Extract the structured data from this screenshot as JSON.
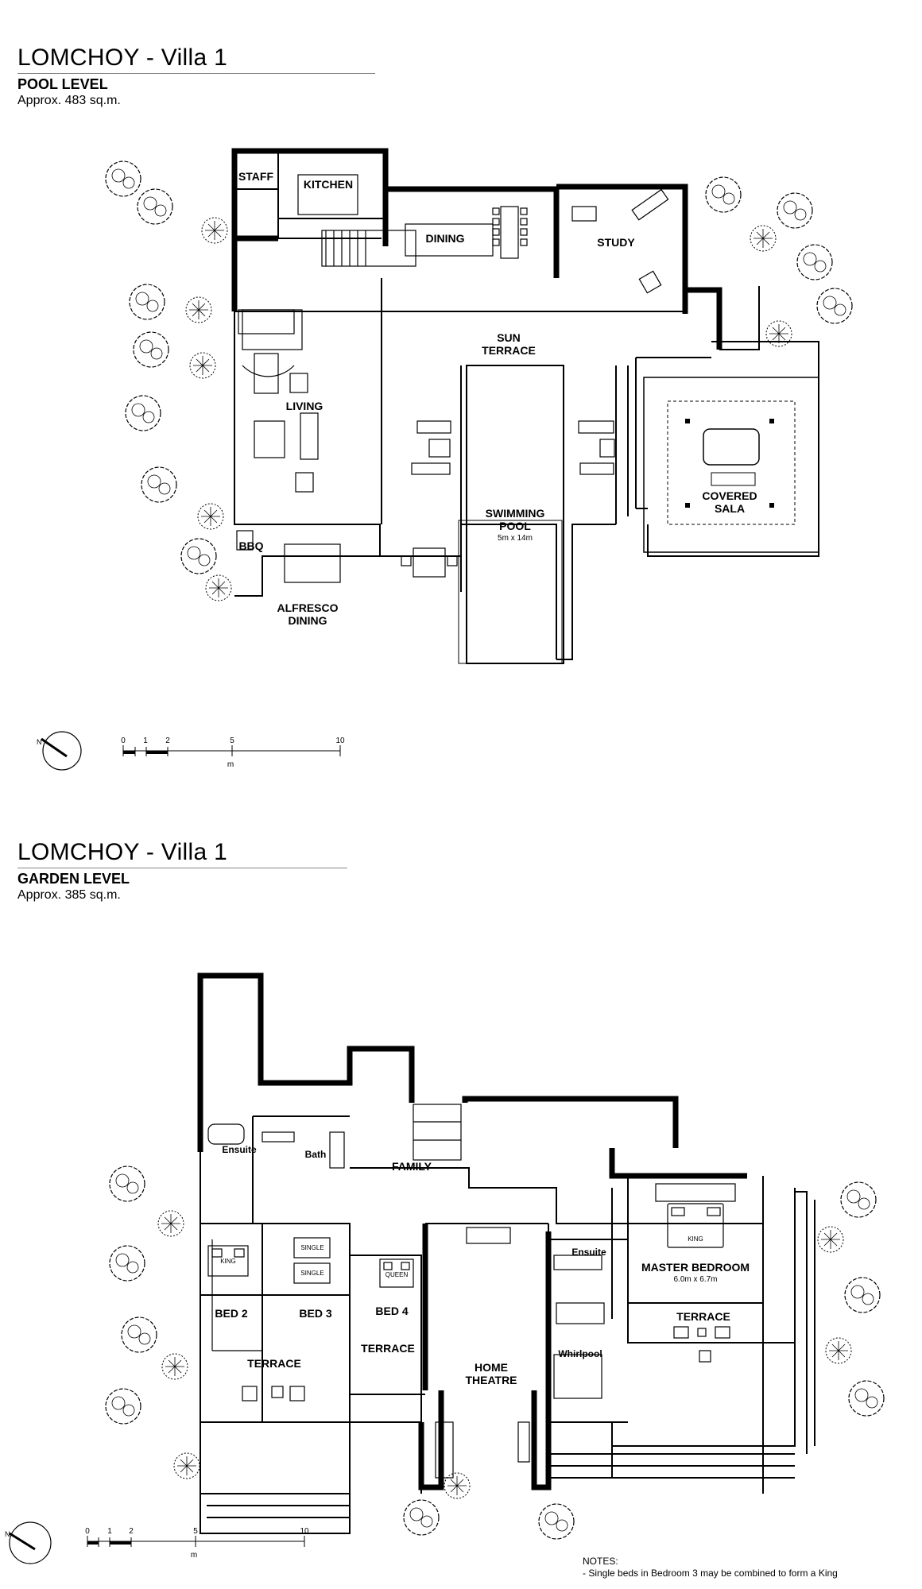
{
  "pool_level": {
    "title": "LOMCHOY - Villa 1",
    "level": "POOL LEVEL",
    "area": "Approx. 483 sq.m.",
    "rooms": {
      "staff": "STAFF",
      "kitchen": "KITCHEN",
      "dining": "DINING",
      "study": "STUDY",
      "sun1": "SUN",
      "sun2": "TERRACE",
      "living": "LIVING",
      "pool1": "SWIMMING",
      "pool2": "POOL",
      "pool_size": "5m x 14m",
      "sala1": "COVERED",
      "sala2": "SALA",
      "bbq": "BBQ",
      "alfresco1": "ALFRESCO",
      "alfresco2": "DINING"
    },
    "scale": {
      "t0": "0",
      "t1": "1",
      "t2": "2",
      "t5": "5",
      "t10": "10",
      "unit": "m"
    }
  },
  "garden_level": {
    "title": "LOMCHOY - Villa 1",
    "level": "GARDEN LEVEL",
    "area": "Approx. 385 sq.m.",
    "rooms": {
      "ensuite_left": "Ensuite",
      "bath": "Bath",
      "family": "FAMILY",
      "king_left": "KING",
      "single1": "SINGLE",
      "single2": "SINGLE",
      "queen": "QUEEN",
      "bed2": "BED 2",
      "bed3": "BED 3",
      "bed4": "BED 4",
      "terrace_left": "TERRACE",
      "terrace_mid": "TERRACE",
      "home1": "HOME",
      "home2": "THEATRE",
      "ensuite_right": "Ensuite",
      "whirlpool": "Whirlpool",
      "king_right": "KING",
      "master": "MASTER BEDROOM",
      "master_size": "6.0m x 6.7m",
      "terrace_right": "TERRACE"
    },
    "scale": {
      "t0": "0",
      "t1": "1",
      "t2": "2",
      "t5": "5",
      "t10": "10",
      "unit": "m"
    }
  },
  "notes": {
    "heading": "NOTES:",
    "line1": "- Single beds in Bedroom 3 may be combined to form a King"
  }
}
